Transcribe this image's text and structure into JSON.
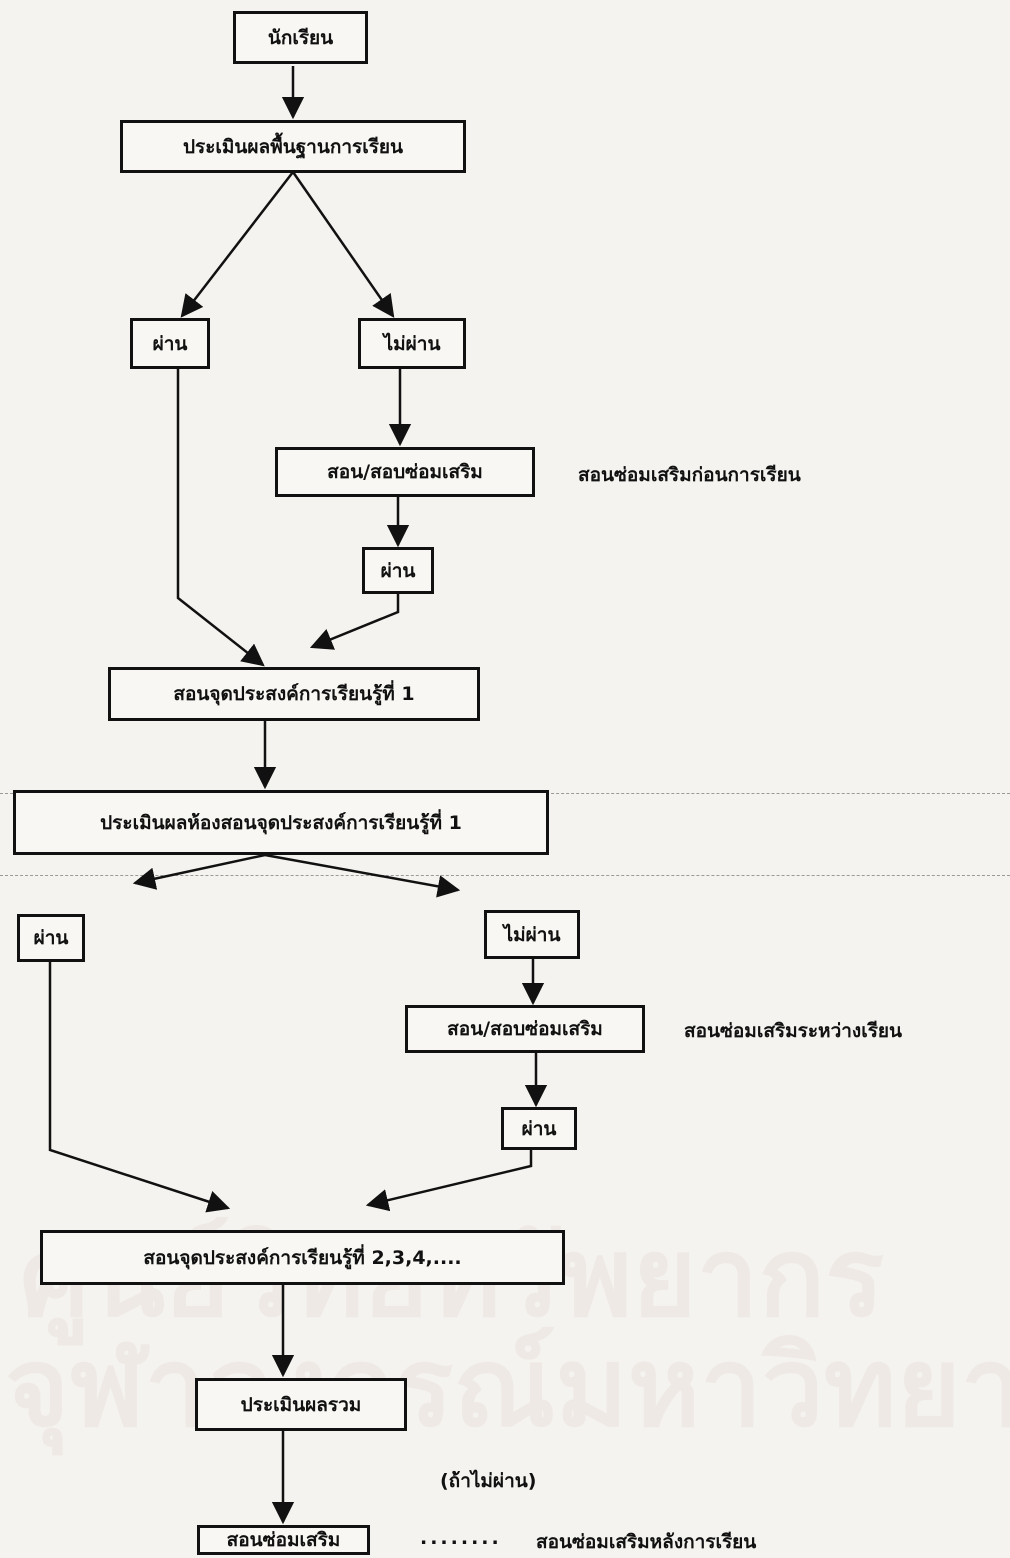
{
  "nodes": {
    "student": "นักเรียน",
    "baseline_eval": "ประเมินผลพื้นฐานการเรียน",
    "pass_1": "ผ่าน",
    "fail_1": "ไม่ผ่าน",
    "remedial_1": "สอน/สอบซ่อมเสริม",
    "pass_1b": "ผ่าน",
    "teach_obj_1": "สอนจุดประสงค์การเรียนรู้ที่ 1",
    "eval_obj_1": "ประเมินผลห้องสอนจุดประสงค์การเรียนรู้ที่ 1",
    "pass_2": "ผ่าน",
    "fail_2": "ไม่ผ่าน",
    "remedial_2": "สอน/สอบซ่อมเสริม",
    "pass_2b": "ผ่าน",
    "teach_obj_next": "สอนจุดประสงค์การเรียนรู้ที่ 2,3,4,....",
    "overall_eval": "ประเมินผลรวม",
    "remedial_final": "สอนซ่อมเสริม"
  },
  "notes": {
    "before_learning": "สอนซ่อมเสริมก่อนการเรียน",
    "during_learning": "สอนซ่อมเสริมระหว่างเรียน",
    "if_fail": "(ถ้าไม่ผ่าน)",
    "dots": "........",
    "after_learning": "สอนซ่อมเสริมหลังการเรียน"
  },
  "watermark": {
    "line1": "ศูนย์วิทยทรัพยากร",
    "line2": "จุฬาลงกรณ์มหาวิทยาลัย"
  }
}
